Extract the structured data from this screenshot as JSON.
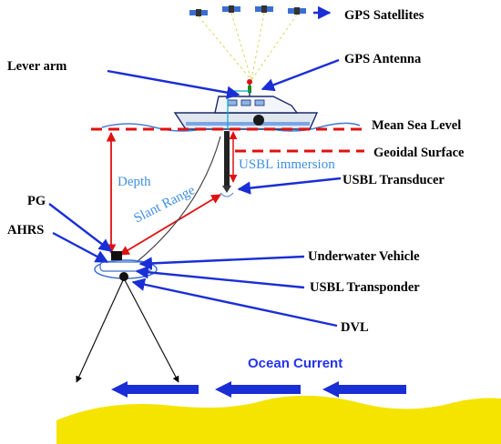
{
  "labels": {
    "gps_satellites": "GPS Satellites",
    "lever_arm": "Lever arm",
    "gps_antenna": "GPS Antenna",
    "mean_sea_level": "Mean Sea Level",
    "geoidal_surface": "Geoidal Surface",
    "usbl_immersion": "USBL immersion",
    "depth": "Depth",
    "usbl_transducer": "USBL Transducer",
    "pg": "PG",
    "slant_range": "Slant Range",
    "ahrs": "AHRS",
    "underwater_vehicle": "Underwater Vehicle",
    "usbl_transponder": "USBL Transponder",
    "dvl": "DVL",
    "ocean_current": "Ocean Current"
  },
  "colors": {
    "pointer_arrow": "#1a2ed6",
    "label_blue": "#3f8fe0",
    "reference_line": "#e01010",
    "sea_wave": "#4a7fd0",
    "seabed": "#f5e400",
    "current_arrow": "#1a2ed6",
    "satellite_body": "#3a6fd0"
  },
  "icons": [
    "satellite-icon",
    "ship-icon",
    "underwater-vehicle-icon",
    "antenna-icon",
    "transducer-icon"
  ]
}
